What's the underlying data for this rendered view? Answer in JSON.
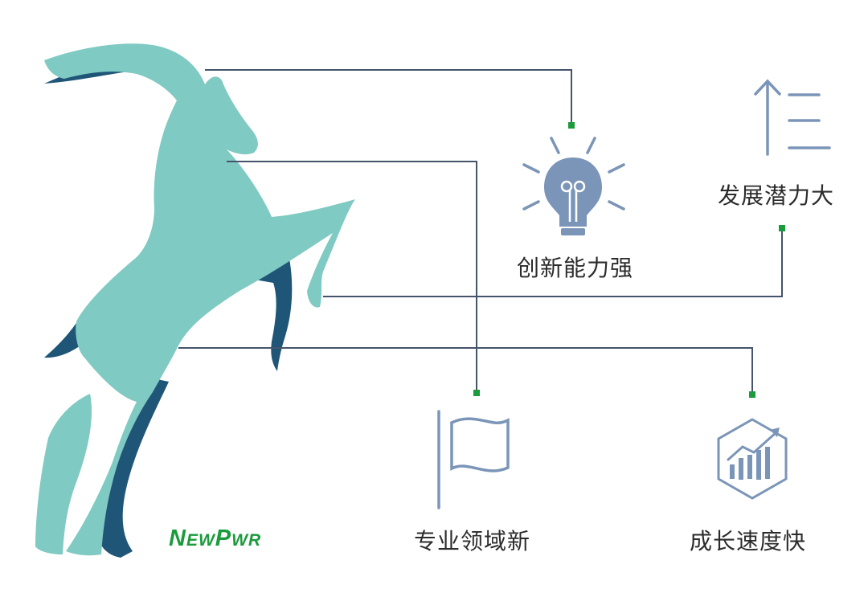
{
  "brand": {
    "parts": [
      "N",
      "EW",
      "P",
      "WR"
    ]
  },
  "features": [
    {
      "id": "innovation",
      "label": "创新能力强",
      "icon": "lightbulb-icon"
    },
    {
      "id": "potential",
      "label": "发展潜力大",
      "icon": "arrow-up-list-icon"
    },
    {
      "id": "domain",
      "label": "专业领域新",
      "icon": "flag-icon"
    },
    {
      "id": "growth",
      "label": "成长速度快",
      "icon": "growth-chart-hexagon-icon"
    }
  ],
  "colors": {
    "goat_light": "#7fcac2",
    "goat_dark": "#1f5577",
    "connector": "#44546a",
    "node": "#1a9b3c",
    "icon": "#7b95b8",
    "brand": "#1a9b3c"
  }
}
